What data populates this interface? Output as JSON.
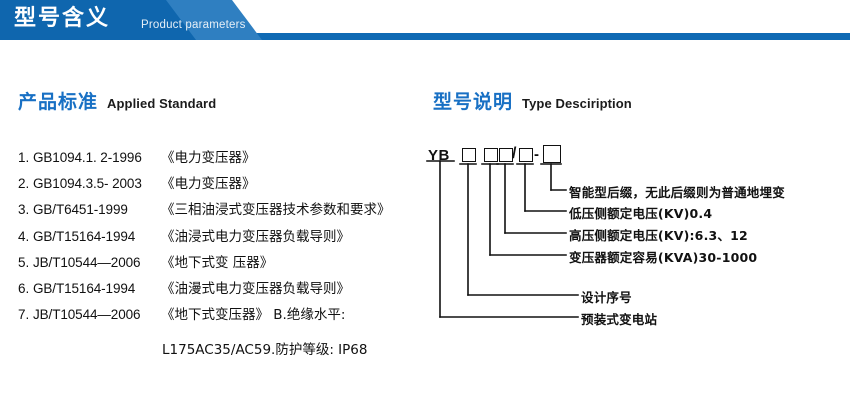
{
  "banner": {
    "title_cn": "型号含义",
    "title_en": "Product parameters",
    "bar_color": "#0f6ab4",
    "dark_color": "#0f66ae",
    "light_color": "#2f7fc1"
  },
  "sections": {
    "standard": {
      "cn": "产品标准",
      "en": "Applied Standard",
      "accent": "#1870c4"
    },
    "type": {
      "cn": "型号说明",
      "en": "Type Desciription",
      "accent": "#1870c4"
    }
  },
  "standards": [
    {
      "num": "1.",
      "code": "GB1094.1. 2-1996",
      "name": "《电力变压器》"
    },
    {
      "num": "2.",
      "code": "GB1094.3.5- 2003",
      "name": "《电力变压器》"
    },
    {
      "num": "3.",
      "code": "GB/T6451-1999",
      "name": "《三相油浸式变压器技术参数和要求》"
    },
    {
      "num": "4.",
      "code": "GB/T15164-1994",
      "name": "《油浸式电力变压器负载导则》"
    },
    {
      "num": "5.",
      "code": "JB/T10544—2006",
      "name": "《地下式变 压器》"
    },
    {
      "num": "6.",
      "code": "GB/T15164-1994",
      "name": "《油漫式电力变压器负载导则》"
    },
    {
      "num": "7.",
      "code": "JB/T10544—2006",
      "name": "《地下式变压器》 B.绝缘水平:"
    }
  ],
  "standards_continuation": "L175AC35/AC59.防护等级: IP68",
  "type_code": {
    "prefix": "YB",
    "separator_slash": "/",
    "separator_dash": "-",
    "box_count": 5
  },
  "type_labels": [
    {
      "id": "smart-suffix",
      "text": "智能型后缀，无此后缀则为普通地埋变"
    },
    {
      "id": "lv-rated-voltage",
      "text": "低压侧额定电压(KV)0.4"
    },
    {
      "id": "hv-rated-voltage",
      "text": "高压侧额定电压(KV):6.3、12"
    },
    {
      "id": "rated-capacity",
      "text": "变压器额定容易(KVA)30-1000"
    },
    {
      "id": "design-serial",
      "text": "设计序号"
    },
    {
      "id": "prefab-substation",
      "text": "预装式变电站"
    }
  ]
}
